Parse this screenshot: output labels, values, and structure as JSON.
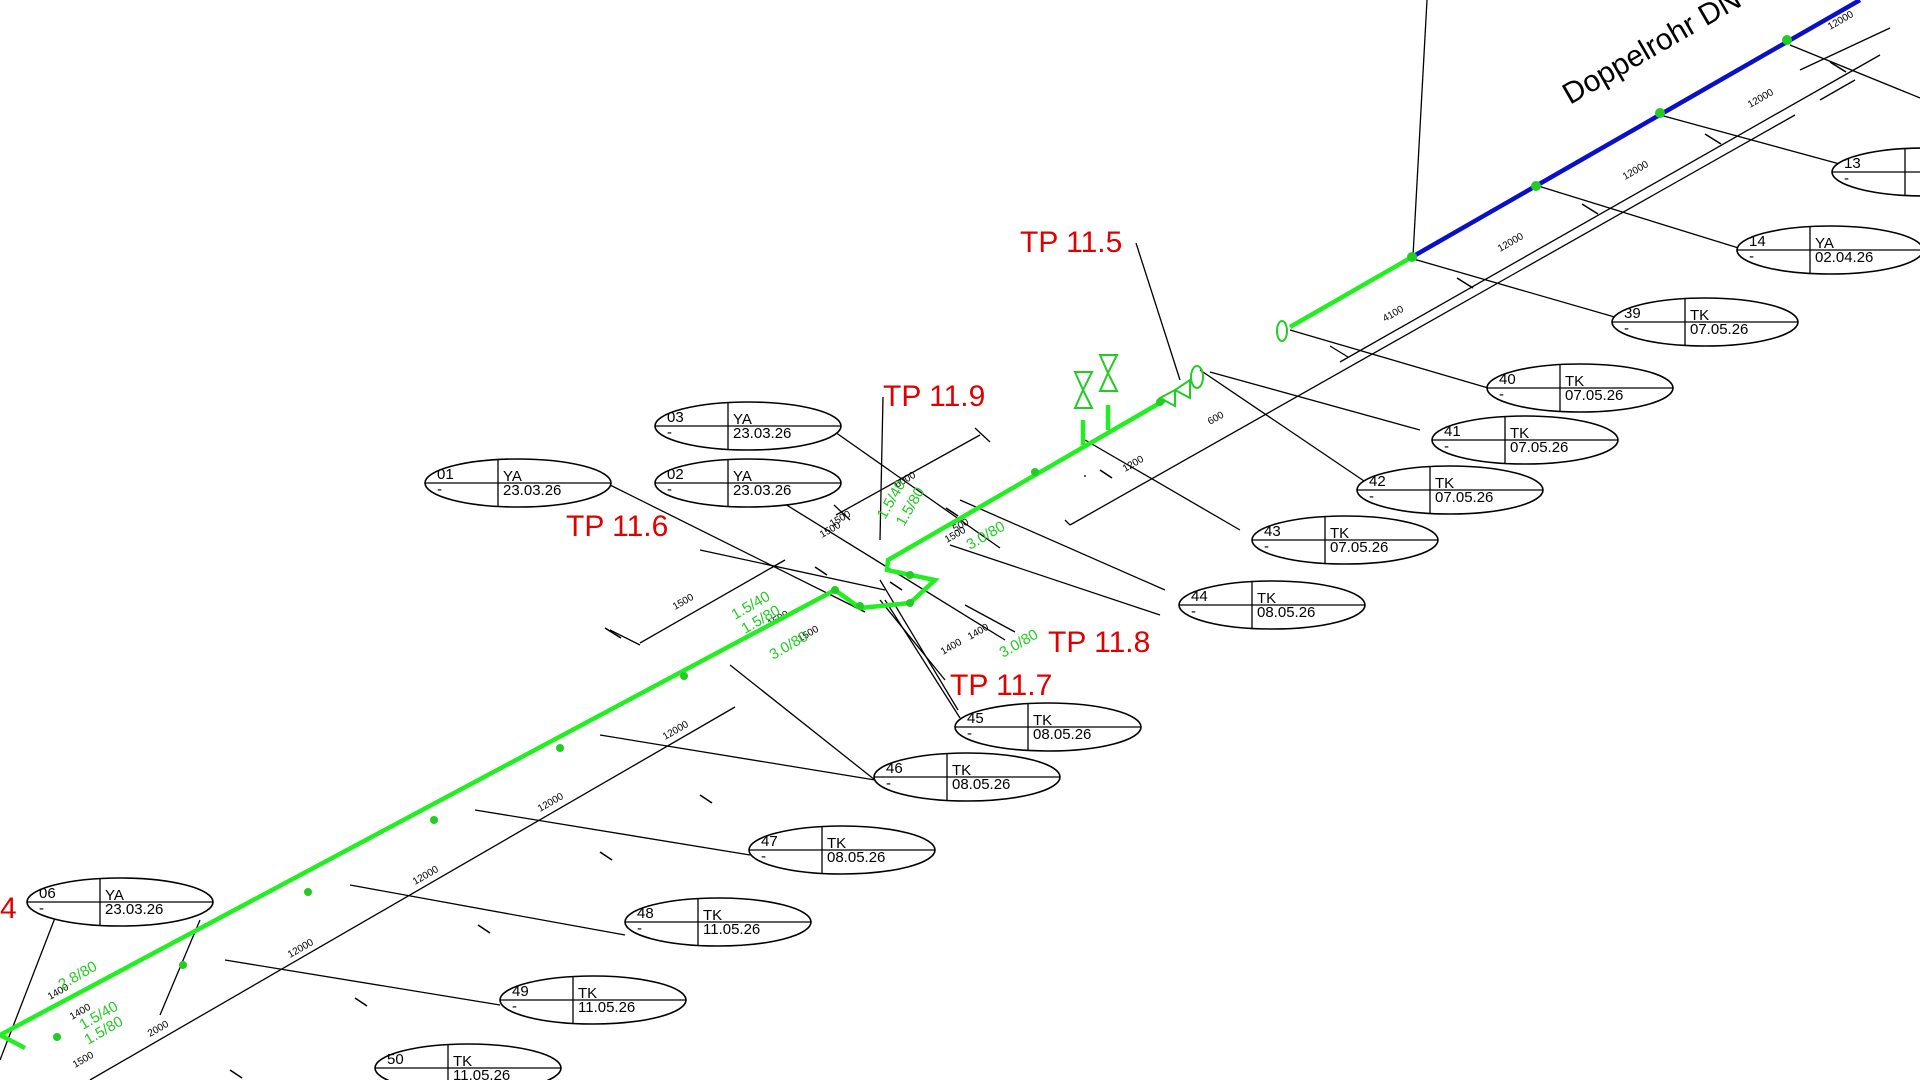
{
  "pipeline": {
    "title": "Doppelrohr DN",
    "colors": {
      "green_pipe": "#22ee22",
      "blue_pipe": "#0a10c8",
      "tp_label": "#e00000",
      "green_text": "#22cc22"
    }
  },
  "test_points": [
    {
      "id": "tp-11-5",
      "label": "TP 11.5"
    },
    {
      "id": "tp-11-6",
      "label": "TP 11.6"
    },
    {
      "id": "tp-11-7",
      "label": "TP 11.7"
    },
    {
      "id": "tp-11-8",
      "label": "TP 11.8"
    },
    {
      "id": "tp-11-9",
      "label": "TP 11.9"
    },
    {
      "id": "tp-edge",
      "label": "4"
    }
  ],
  "weld_tags": [
    {
      "num": "01",
      "code": "YA",
      "date": "23.03.26",
      "sub": "-"
    },
    {
      "num": "02",
      "code": "YA",
      "date": "23.03.26",
      "sub": "-"
    },
    {
      "num": "03",
      "code": "YA",
      "date": "23.03.26",
      "sub": "-"
    },
    {
      "num": "06",
      "code": "YA",
      "date": "23.03.26",
      "sub": "-"
    },
    {
      "num": "13",
      "code": "",
      "date": "",
      "sub": "-"
    },
    {
      "num": "14",
      "code": "YA",
      "date": "02.04.26",
      "sub": "-"
    },
    {
      "num": "39",
      "code": "TK",
      "date": "07.05.26",
      "sub": "-"
    },
    {
      "num": "40",
      "code": "TK",
      "date": "07.05.26",
      "sub": "-"
    },
    {
      "num": "41",
      "code": "TK",
      "date": "07.05.26",
      "sub": "-"
    },
    {
      "num": "42",
      "code": "TK",
      "date": "07.05.26",
      "sub": "-"
    },
    {
      "num": "43",
      "code": "TK",
      "date": "07.05.26",
      "sub": "-"
    },
    {
      "num": "44",
      "code": "TK",
      "date": "08.05.26",
      "sub": "-"
    },
    {
      "num": "45",
      "code": "TK",
      "date": "08.05.26",
      "sub": "-"
    },
    {
      "num": "46",
      "code": "TK",
      "date": "08.05.26",
      "sub": "-"
    },
    {
      "num": "47",
      "code": "TK",
      "date": "08.05.26",
      "sub": "-"
    },
    {
      "num": "48",
      "code": "TK",
      "date": "11.05.26",
      "sub": "-"
    },
    {
      "num": "49",
      "code": "TK",
      "date": "11.05.26",
      "sub": "-"
    },
    {
      "num": "50",
      "code": "TK",
      "date": "11.05.26",
      "sub": ""
    }
  ],
  "dimensions": [
    "12000",
    "12000",
    "12000",
    "12000",
    "12000",
    "12000",
    "12000",
    "12000",
    "4100",
    "1200",
    "6000",
    "1500",
    "2000",
    "1500",
    "1400",
    "1400",
    "1400",
    "1400",
    "1500",
    "1500",
    "600",
    "1500",
    "1500",
    "1500",
    "500"
  ],
  "pipe_specs": [
    "1.5/40",
    "1.5/80",
    "3.0/80",
    "1.5/40",
    "1.5/80",
    "3.0/80",
    "3.0/80",
    "1.5/40",
    "1.5/80",
    "2.8/80"
  ]
}
